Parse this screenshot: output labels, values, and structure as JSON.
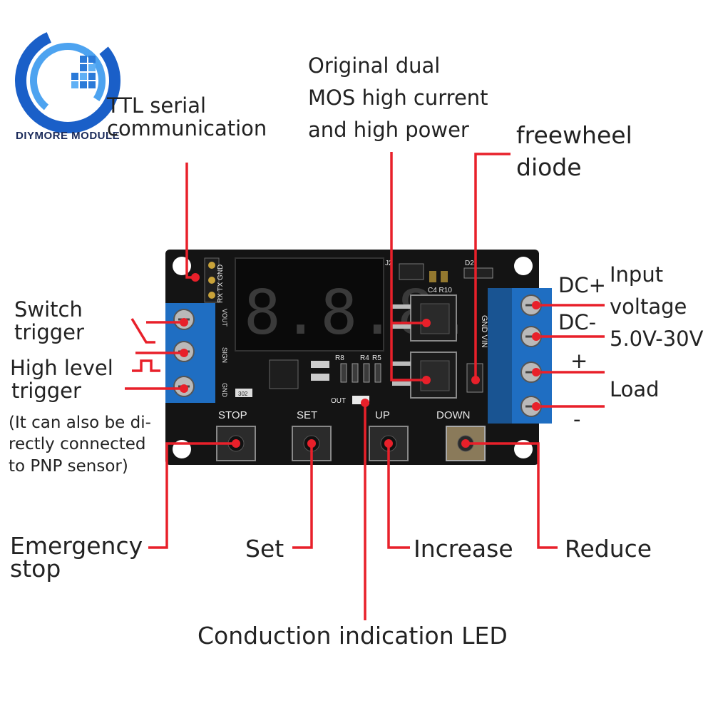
{
  "brand": {
    "logo_text": "DIYMORE MODULE",
    "logo_color": "#1a5fc8"
  },
  "colors": {
    "callout_line": "#e8202a",
    "pcb": "#141414",
    "terminal": "#1f6ec2",
    "display_segment": "#d8d8d8"
  },
  "labels": {
    "ttl_line1": "TTL serial",
    "ttl_line2": "communication",
    "mos_line1": "Original dual",
    "mos_line2": "MOS high current",
    "mos_line3": "and high power",
    "diode_line1": "freewheel",
    "diode_line2": "diode",
    "dc_plus": "DC+",
    "dc_minus": "DC-",
    "input_line1": "Input",
    "input_line2": "voltage",
    "input_line3": "5.0V-30V",
    "load_plus": "+",
    "load": "Load",
    "load_minus": "-",
    "switch_line1": "Switch",
    "switch_line2": "trigger",
    "high_line1": "High level",
    "high_line2": "trigger",
    "pnp_line1": "(It can also be di-",
    "pnp_line2": "rectly connected",
    "pnp_line3": "to PNP sensor)",
    "emergency_line1": "Emergency",
    "emergency_line2": "stop",
    "set": "Set",
    "increase": "Increase",
    "reduce": "Reduce",
    "led": "Conduction indication LED"
  },
  "board": {
    "display_digits": "8.8.8.",
    "header_pins": "RX TX GND",
    "btn_stop": "STOP",
    "btn_set": "SET",
    "btn_up": "UP",
    "btn_down": "DOWN",
    "out_label": "OUT",
    "vout": "VOUT",
    "sign": "SIGN",
    "gnd": "GND",
    "vin_gnd": "GND VIN",
    "j2": "J2",
    "d2": "D2",
    "c4r10": "C4 R10",
    "r8": "R8",
    "r4": "R4",
    "r5": "R5",
    "chip": "302"
  }
}
